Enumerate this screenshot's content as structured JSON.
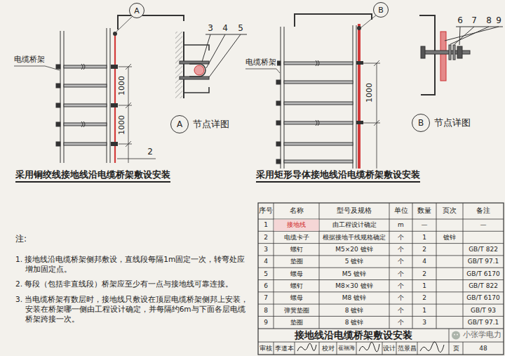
{
  "diagram": {
    "title": "接地线沿电缆桥架敷设安装",
    "nodes": [
      {
        "text": [
          "A"
        ]
      },
      {
        "text": [
          "A",
          "节点详图"
        ]
      },
      {
        "text": [
          "B"
        ]
      },
      {
        "text": [
          "B",
          "节点详图"
        ]
      }
    ],
    "labels": [
      "电缆桥架",
      "1000",
      "1000",
      "2",
      "3",
      "4",
      "5",
      "采用铜绞线接地线沿电缆桥架敷设安装",
      "电缆桥架",
      "1000",
      "6",
      "7",
      "8",
      "9",
      "采用矩形导体接地线沿电缆桥架敷设安装",
      "注:",
      "1. 接地线沿电缆桥架侧邦敷设，直线段每隔1m固定一次，转弯处应增加固定点。",
      "2. 每段（包括非直线段）桥架应至少有一点与接地线可靠连接。",
      "3. 当电缆桥架有数层时，接地线只敷设在顶层电缆桥架侧邦上安装，安装在桥架哪一侧由工程设计确定，并每隔约6m与下面各层电缆桥架跨接一次。",
      "序号",
      "名称",
      "型号及规格",
      "单位",
      "数量",
      "页次",
      "备注",
      "1",
      "接地线",
      "由工程设计确定",
      "m",
      "—",
      "—",
      "2",
      "电缆卡子",
      "根据接地干线规格确定",
      "个",
      "1",
      "镀锌",
      "3",
      "螺钉",
      "M5×20 镀锌",
      "个",
      "2",
      "GB/T 822",
      "4",
      "垫圈",
      "5 镀锌",
      "个",
      "4",
      "GB/T 97.1",
      "5",
      "螺母",
      "M5 镀锌",
      "个",
      "2",
      "GB/T 6170",
      "6",
      "螺钉",
      "M8×30 镀锌",
      "个",
      "1",
      "GB/T 822",
      "7",
      "螺母",
      "M8 镀锌",
      "个",
      "2",
      "GB/T 6170",
      "8",
      "弹簧垫圈",
      "8 镀锌",
      "个",
      "1",
      "GB/T 93",
      "9",
      "垫圈",
      "8 镀锌",
      "个",
      "3",
      "GB/T 97.1",
      "审核",
      "李道本",
      "校对",
      "崔福海",
      "设计",
      "范景昌",
      "页",
      "48",
      "小张学电力"
    ]
  }
}
